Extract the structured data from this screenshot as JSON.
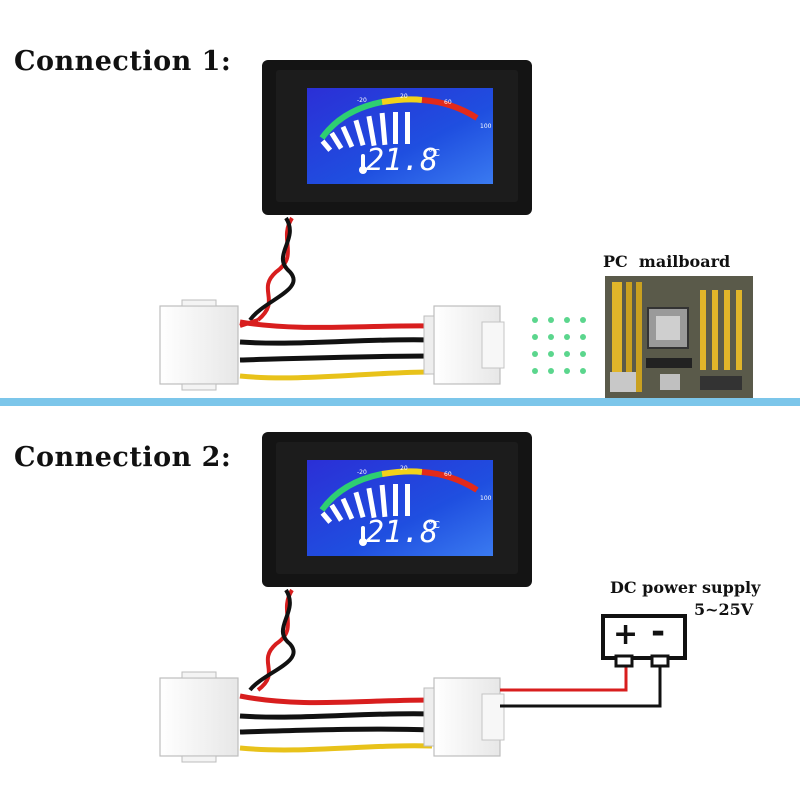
{
  "connection1": {
    "title": "Connection 1:",
    "reading": "21.8",
    "unit": "°C",
    "target_label": "PC  mailboard"
  },
  "connection2": {
    "title": "Connection 2:",
    "reading": "21.8",
    "unit": "°C",
    "target_label_line1": "DC power supply",
    "target_label_line2": "5~25V",
    "plus_symbol": "+",
    "minus_symbol": "-"
  },
  "colors": {
    "divider": "#7cc6ea",
    "lcd_blue": "#1f3fd8",
    "wire_red": "#d81e1e",
    "wire_black": "#111111",
    "wire_yellow": "#e8c21a",
    "dot_green": "#3fcf7a"
  }
}
